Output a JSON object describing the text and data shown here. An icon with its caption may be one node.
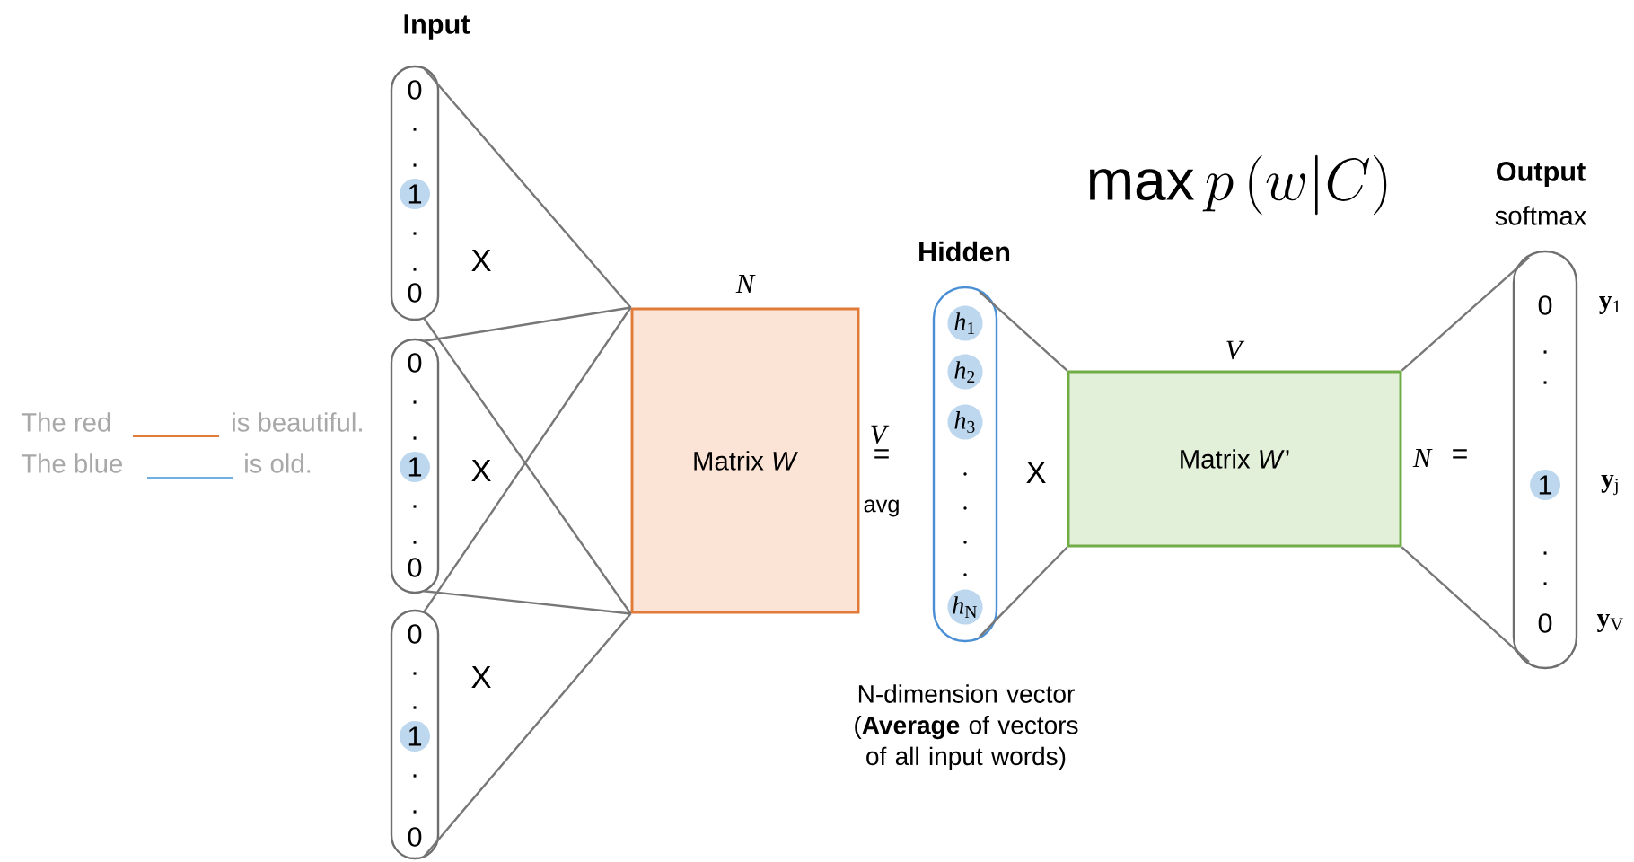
{
  "diagram": {
    "nodes": [
      {
        "text": [
          "Input",
          "0",
          ".",
          ".",
          "1",
          ".",
          ".",
          "0"
        ]
      },
      {
        "text": [
          "0",
          ".",
          ".",
          "1",
          ".",
          ".",
          "0"
        ]
      },
      {
        "text": [
          "0",
          ".",
          ".",
          "1",
          ".",
          ".",
          "0"
        ]
      },
      {
        "text": [
          "Matrix *W*"
        ]
      },
      {
        "text": [
          "Hidden",
          "*h*$_{1}$",
          "*h*$_{2}$",
          "*h*$_{3}$",
          ".",
          ".",
          ".",
          ".",
          "*h*$_{N}$"
        ],
        "beside": [
          "N-dimension vector (**Average** of vectors of all input words)"
        ]
      },
      {
        "text": [
          "Matrix *W*’"
        ]
      },
      {
        "text": [
          "Output",
          "softmax",
          "0",
          ".",
          ".",
          "1",
          ".",
          ".",
          "0"
        ],
        "beside": [
          "**y**$_{1}$",
          "**y**$_{j}$",
          "**y**$_{V}$"
        ]
      }
    ],
    "edges": [
      {
        "from": 0,
        "to": 3,
        "arrow": "none"
      },
      {
        "from": 0,
        "to": 3,
        "arrow": "none"
      },
      {
        "from": 1,
        "to": 3,
        "arrow": "none"
      },
      {
        "from": 1,
        "to": 3,
        "arrow": "none"
      },
      {
        "from": 2,
        "to": 3,
        "arrow": "none"
      },
      {
        "from": 2,
        "to": 3,
        "arrow": "none"
      },
      {
        "from": 4,
        "to": 5,
        "arrow": "none"
      },
      {
        "from": 4,
        "to": 5,
        "arrow": "none"
      },
      {
        "from": 5,
        "to": 6,
        "arrow": "none"
      },
      {
        "from": 5,
        "to": 6,
        "arrow": "none"
      }
    ],
    "labels": [
      "The red",
      "is beautiful.",
      "The blue",
      "is old.",
      "X",
      "X",
      "X",
      "N",
      "V",
      "=",
      "avg",
      "X",
      "\\max p\\left(w|C\\right)",
      "V",
      "N",
      "="
    ]
  }
}
